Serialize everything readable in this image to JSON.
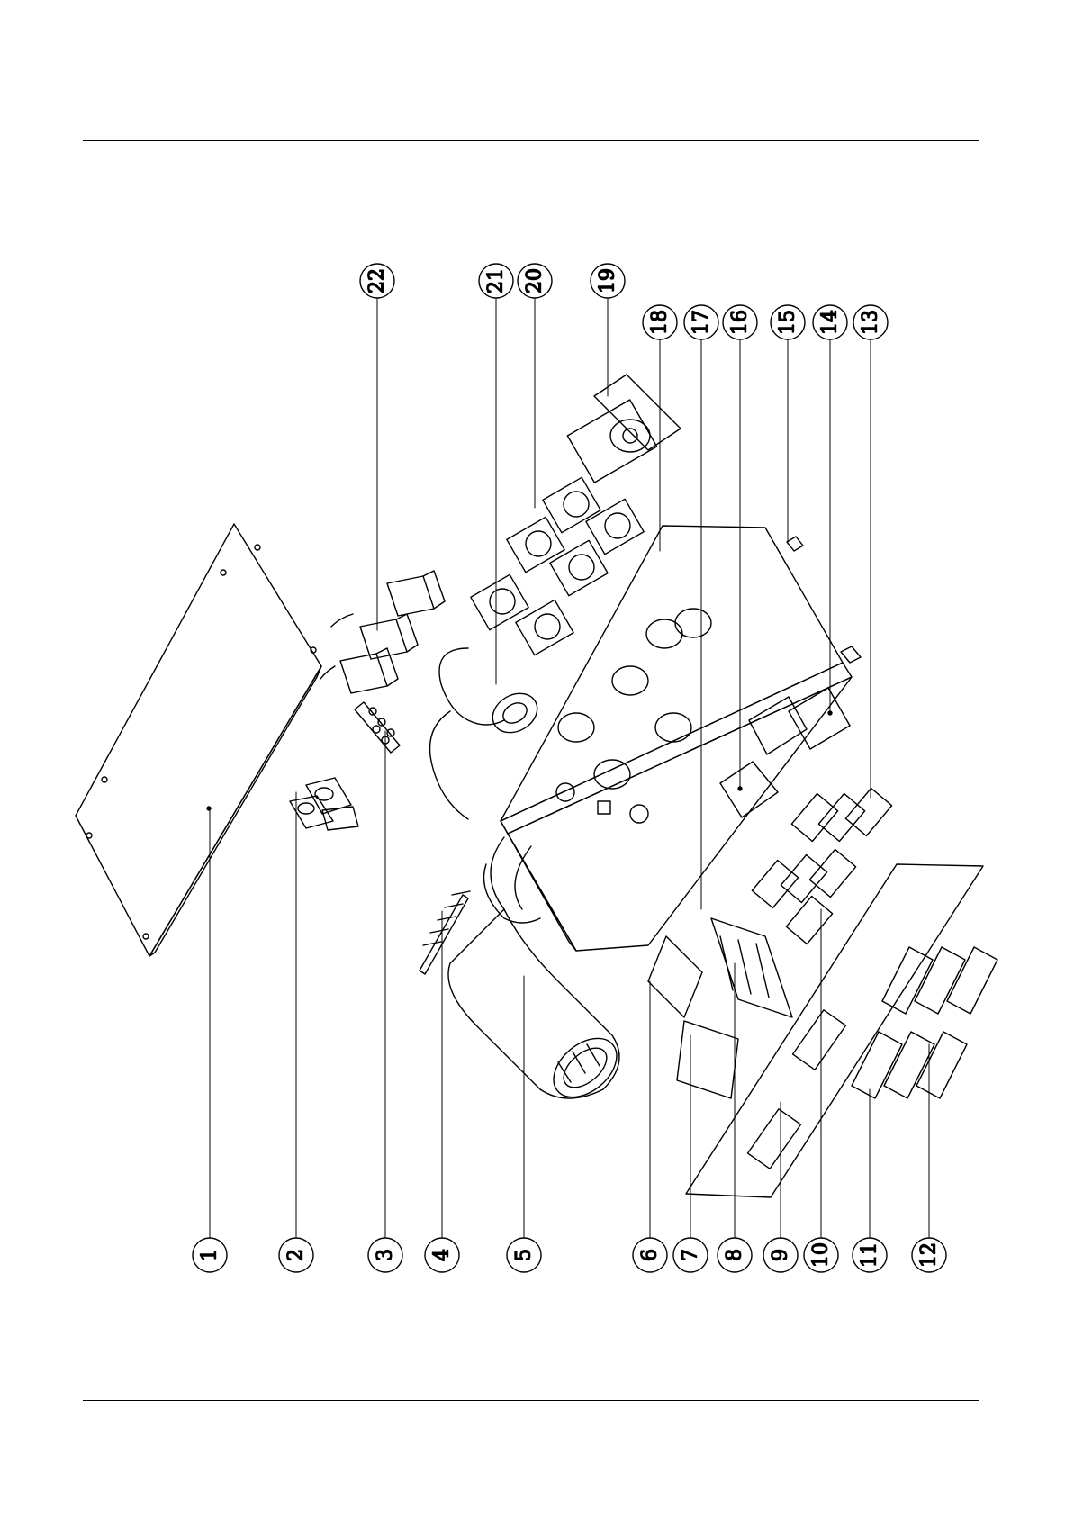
{
  "diagram": {
    "type": "exploded-parts-diagram",
    "callouts": [
      {
        "id": "callout-1",
        "label": "1"
      },
      {
        "id": "callout-2",
        "label": "2"
      },
      {
        "id": "callout-3",
        "label": "3"
      },
      {
        "id": "callout-4",
        "label": "4"
      },
      {
        "id": "callout-5",
        "label": "5"
      },
      {
        "id": "callout-6",
        "label": "6"
      },
      {
        "id": "callout-7",
        "label": "7"
      },
      {
        "id": "callout-8",
        "label": "8"
      },
      {
        "id": "callout-9",
        "label": "9"
      },
      {
        "id": "callout-10",
        "label": "10"
      },
      {
        "id": "callout-11",
        "label": "11"
      },
      {
        "id": "callout-12",
        "label": "12"
      },
      {
        "id": "callout-13",
        "label": "13"
      },
      {
        "id": "callout-14",
        "label": "14"
      },
      {
        "id": "callout-15",
        "label": "15"
      },
      {
        "id": "callout-16",
        "label": "16"
      },
      {
        "id": "callout-17",
        "label": "17"
      },
      {
        "id": "callout-18",
        "label": "18"
      },
      {
        "id": "callout-19",
        "label": "19"
      },
      {
        "id": "callout-20",
        "label": "20"
      },
      {
        "id": "callout-21",
        "label": "21"
      },
      {
        "id": "callout-22",
        "label": "22"
      }
    ]
  }
}
